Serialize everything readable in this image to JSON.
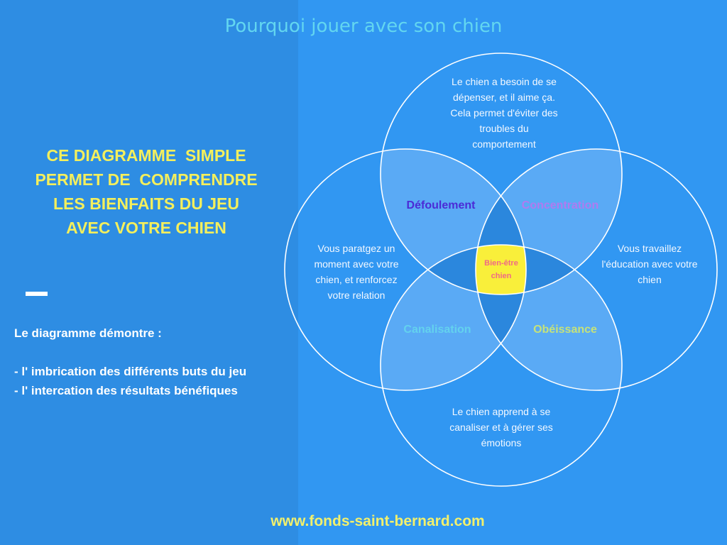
{
  "title": "Pourquoi jouer avec son chien",
  "left_panel": {
    "headline_lines": [
      "CE DIAGRAMME  SIMPLE",
      "PERMET DE  COMPRENDRE",
      "LES BIENFAITS DU JEU",
      "AVEC VOTRE CHIEN"
    ],
    "explanation": {
      "heading": "Le diagramme démontre :",
      "items": [
        "- l' imbrication des différents buts du jeu",
        "- l' intercation des résultats bénéfiques"
      ]
    }
  },
  "venn": {
    "circles": [
      {
        "position": "top",
        "text_lines": [
          "Le chien  a besoin de se",
          "dépenser, et il aime ça.",
          "Cela permet d'éviter des",
          "troubles du",
          "comportement"
        ]
      },
      {
        "position": "left",
        "text_lines": [
          "Vous paratgez un",
          "moment avec votre",
          "chien, et renforcez",
          "votre relation"
        ]
      },
      {
        "position": "right",
        "text_lines": [
          "Vous travaillez",
          "l'éducation avec votre",
          "chien"
        ]
      },
      {
        "position": "bottom",
        "text_lines": [
          "Le chien apprend à se",
          "canaliser et à gérer ses",
          "émotions"
        ]
      }
    ],
    "overlaps": [
      {
        "label": "Défoulement",
        "color": "#4b2bd6"
      },
      {
        "label": "Concentration",
        "color": "#b07af0"
      },
      {
        "label": "Canalisation",
        "color": "#63d2ee"
      },
      {
        "label": "Obéissance",
        "color": "#c5e27a"
      }
    ],
    "center": {
      "lines": [
        "Bien-être",
        "chien"
      ],
      "color": "#f06a86",
      "background": "#f9ef3a"
    }
  },
  "footer": {
    "url": "www.fonds-saint-bernard.com"
  },
  "colors": {
    "background": "#3197f2",
    "left_panel": "#2e8de3",
    "title": "#62d6f0",
    "headline": "#f4ef5c",
    "footer": "#f2f06c",
    "overlap_fill": "#5aaaf5",
    "inner_fill": "#2b87dd"
  }
}
